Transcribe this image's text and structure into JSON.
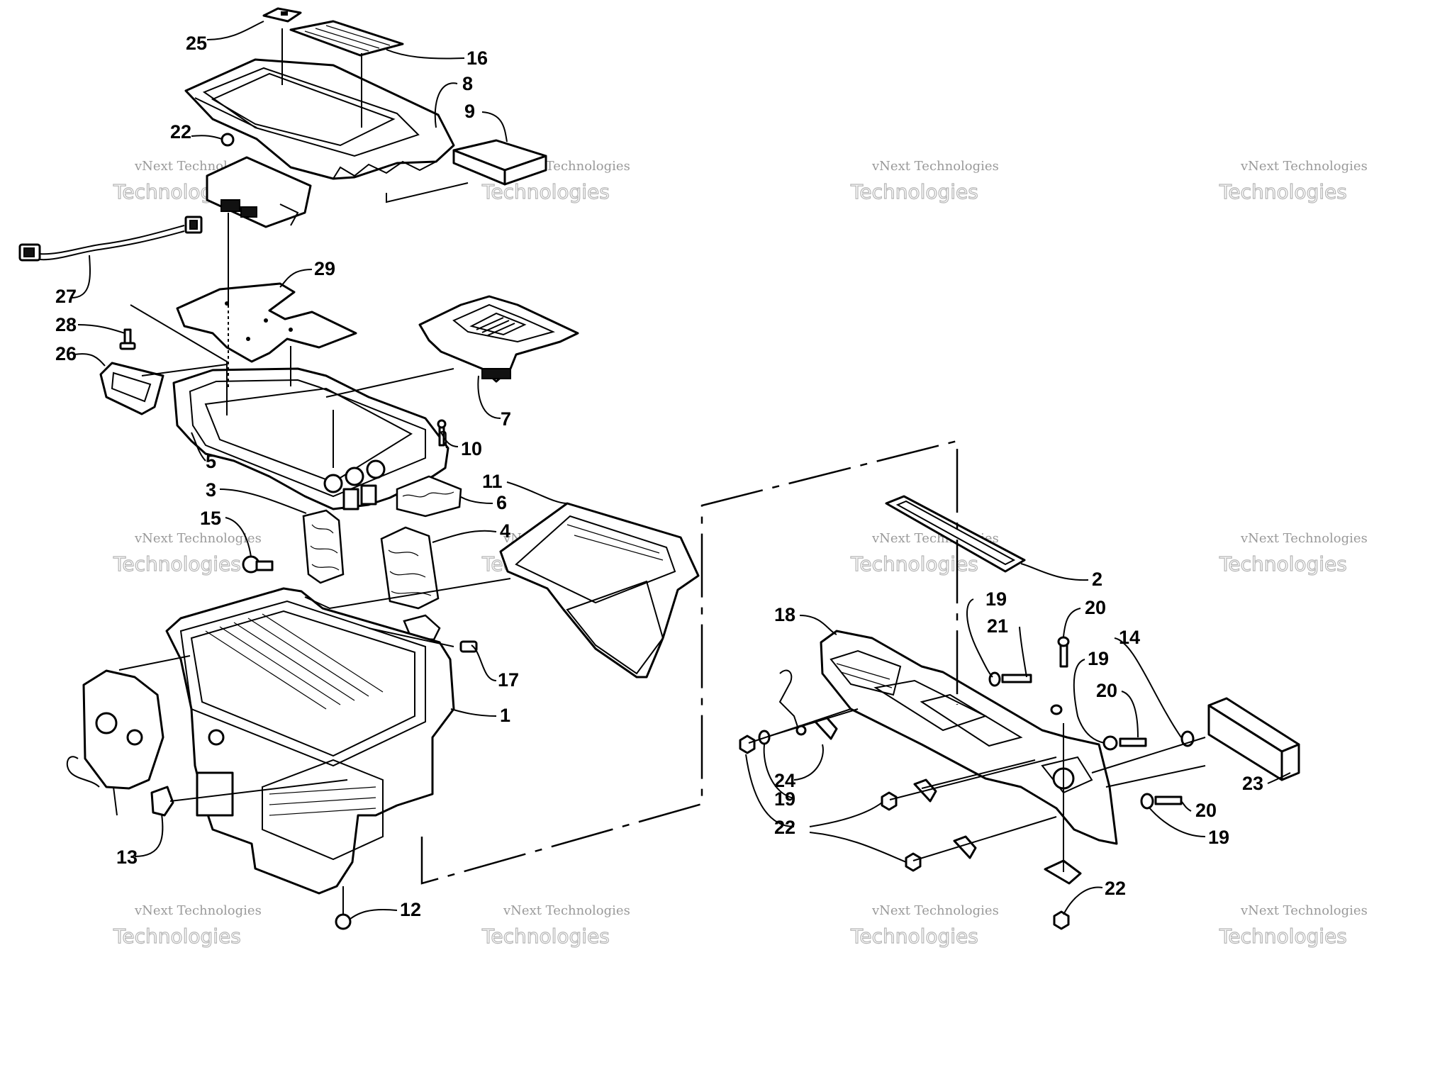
{
  "watermark": {
    "line1": "vNext Technologies",
    "line2": "Technologies"
  },
  "callouts": [
    {
      "id": "c25a",
      "label": "25"
    },
    {
      "id": "c16",
      "label": "16"
    },
    {
      "id": "c8",
      "label": "8"
    },
    {
      "id": "c9",
      "label": "9"
    },
    {
      "id": "c22a",
      "label": "22"
    },
    {
      "id": "c27",
      "label": "27"
    },
    {
      "id": "c29",
      "label": "29"
    },
    {
      "id": "c28",
      "label": "28"
    },
    {
      "id": "c26",
      "label": "26"
    },
    {
      "id": "c7",
      "label": "7"
    },
    {
      "id": "c10",
      "label": "10"
    },
    {
      "id": "c5",
      "label": "5"
    },
    {
      "id": "c3",
      "label": "3"
    },
    {
      "id": "c6",
      "label": "6"
    },
    {
      "id": "c11",
      "label": "11"
    },
    {
      "id": "c15",
      "label": "15"
    },
    {
      "id": "c4",
      "label": "4"
    },
    {
      "id": "c17",
      "label": "17"
    },
    {
      "id": "c1",
      "label": "1"
    },
    {
      "id": "c13",
      "label": "13"
    },
    {
      "id": "c12",
      "label": "12"
    },
    {
      "id": "c2",
      "label": "2"
    },
    {
      "id": "c18",
      "label": "18"
    },
    {
      "id": "c19a",
      "label": "19"
    },
    {
      "id": "c21",
      "label": "21"
    },
    {
      "id": "c20a",
      "label": "20"
    },
    {
      "id": "c14",
      "label": "14"
    },
    {
      "id": "c19b",
      "label": "19"
    },
    {
      "id": "c20b",
      "label": "20"
    },
    {
      "id": "c24",
      "label": "24"
    },
    {
      "id": "c19c",
      "label": "19"
    },
    {
      "id": "c22b",
      "label": "22"
    },
    {
      "id": "c23",
      "label": "23"
    },
    {
      "id": "c20c",
      "label": "20"
    },
    {
      "id": "c19d",
      "label": "19"
    },
    {
      "id": "c22c",
      "label": "22"
    }
  ]
}
